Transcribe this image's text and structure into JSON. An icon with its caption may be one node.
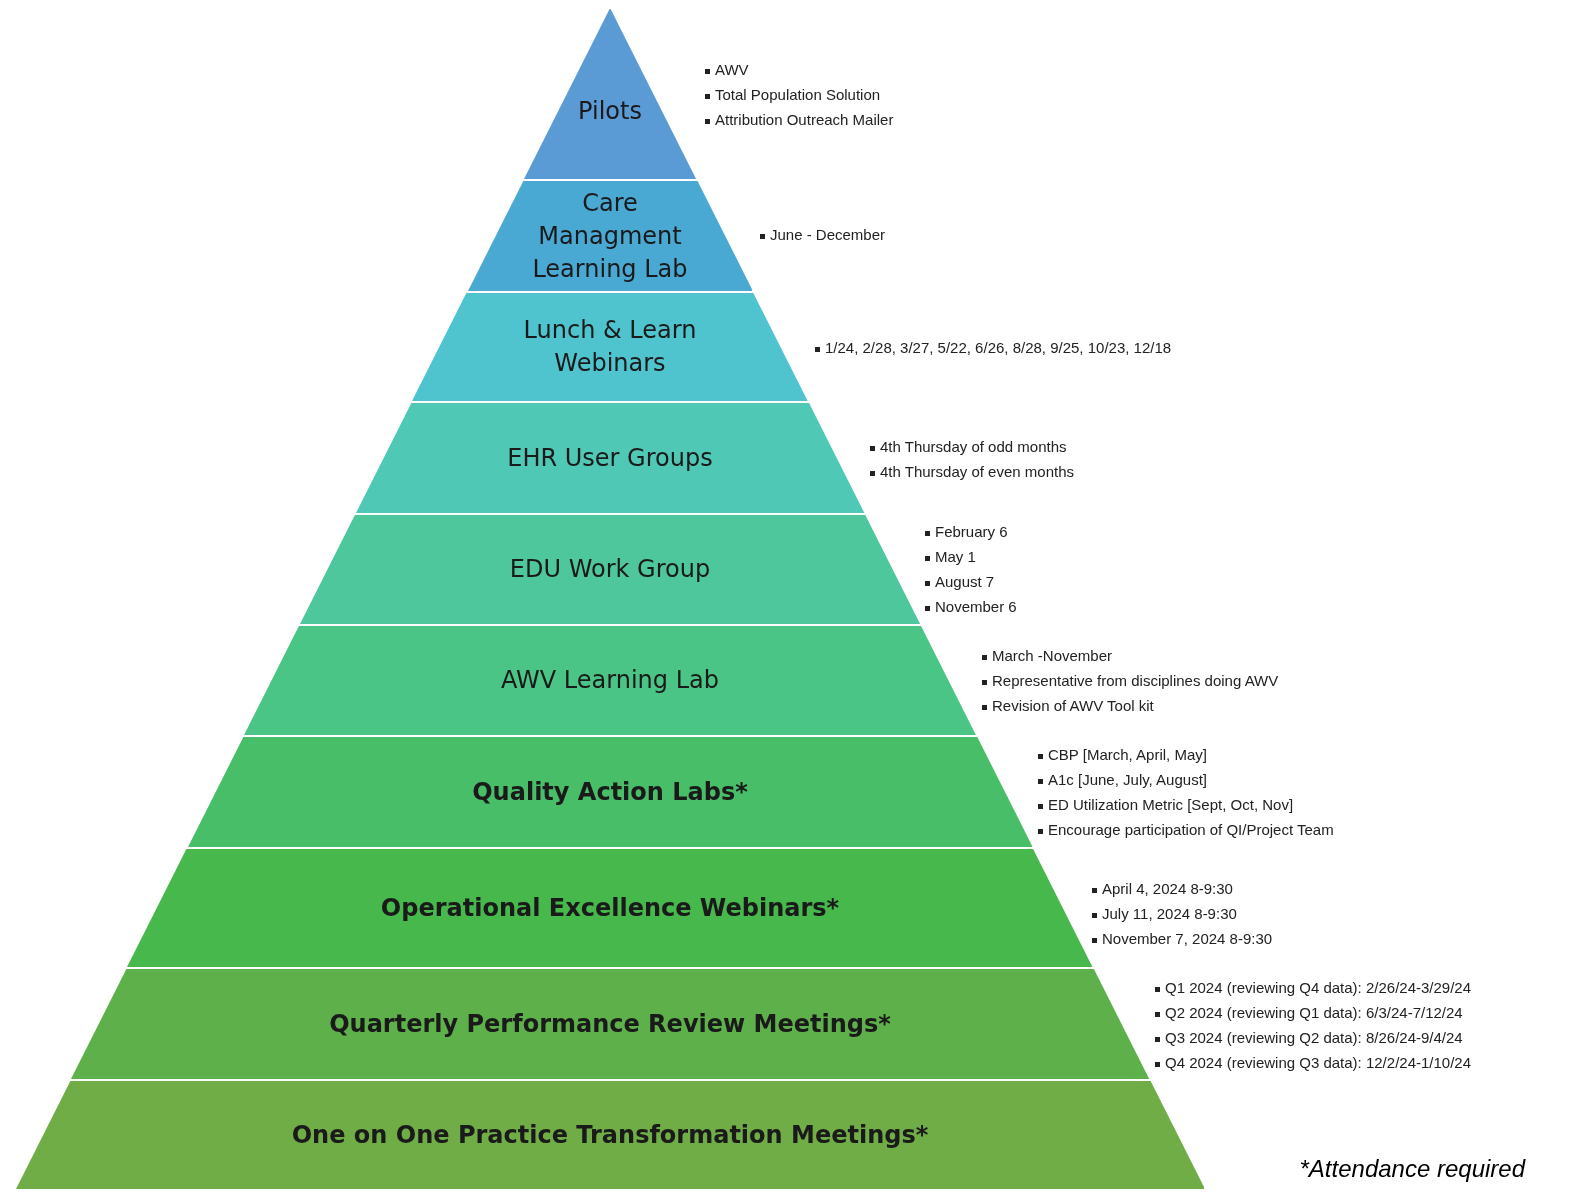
{
  "diagram": {
    "nodes": [
      {
        "text": [
          "Pilots"
        ],
        "beside": [
          "AWV",
          "Total Population Solution",
          "Attribution Outreach Mailer"
        ]
      },
      {
        "text": [
          "Care Managment Learning Lab"
        ],
        "beside": [
          "June - December"
        ]
      },
      {
        "text": [
          "Lunch & Learn Webinars"
        ],
        "beside": [
          "1/24, 2/28, 3/27, 5/22, 6/26, 8/28, 9/25, 10/23, 12/18"
        ]
      },
      {
        "text": [
          "EHR User Groups"
        ],
        "beside": [
          "4th Thursday of odd months",
          "4th Thursday of even months"
        ]
      },
      {
        "text": [
          "EDU Work Group"
        ],
        "beside": [
          "February 6",
          "May 1",
          "August 7",
          "November 6"
        ]
      },
      {
        "text": [
          "AWV Learning Lab"
        ],
        "beside": [
          "March -November",
          "Representative from disciplines doing AWV",
          "Revision of AWV Tool kit"
        ]
      },
      {
        "text": [
          "Quality Action Labs*"
        ],
        "beside": [
          "CBP [March, April, May]",
          "A1c [June, July, August]",
          "ED Utilization Metric [Sept, Oct, Nov]",
          "Encourage participation of QI/Project Team"
        ]
      },
      {
        "text": [
          "Operational Excellence Webinars*"
        ],
        "beside": [
          "April 4, 2024 8-9:30",
          "July 11, 2024 8-9:30",
          "November 7, 2024 8-9:30"
        ]
      },
      {
        "text": [
          "Quarterly Performance Review Meetings*"
        ],
        "beside": [
          "Q1 2024 (reviewing Q4 data): 2/26/24-3/29/24",
          "Q2 2024 (reviewing Q1 data): 6/3/24-7/12/24",
          "Q3 2024 (reviewing Q2 data): 8/26/24-9/4/24",
          "Q4 2024 (reviewing Q3 data): 12/2/24-1/10/24"
        ]
      },
      {
        "text": [
          "One on One Practice Transformation Meetings*"
        ]
      }
    ],
    "labels": [
      "*Attendance required"
    ]
  }
}
